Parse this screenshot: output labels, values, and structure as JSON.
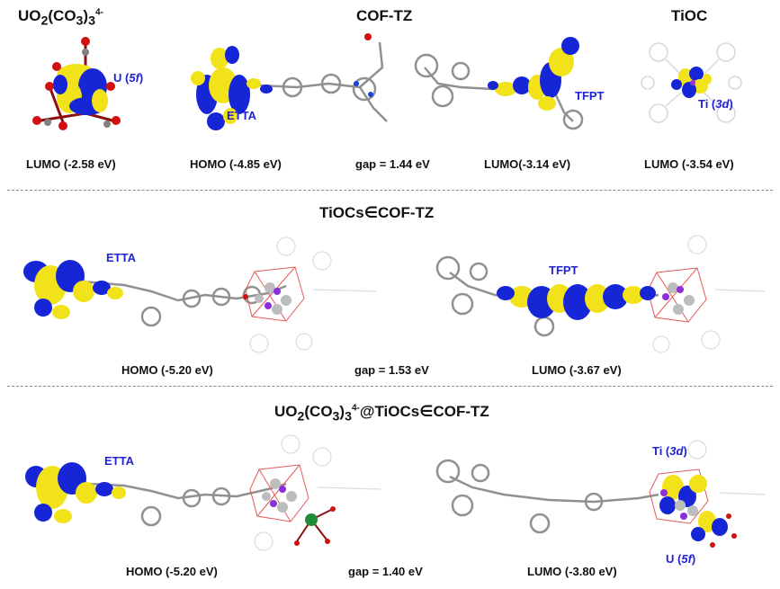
{
  "panel_top": {
    "titles": {
      "uranyl": {
        "base": "UO",
        "s1": "2",
        "mid": "(CO",
        "s2": "3",
        "close": ")",
        "s3": "3",
        "sup": "4-"
      },
      "cof": "COF-TZ",
      "tioc": "TiOC"
    },
    "annotations": {
      "u_label": "U (",
      "u_orbital": "5f",
      "u_close": ")",
      "etta": "ETTA",
      "tfpt": "TFPT",
      "ti_label": "Ti (",
      "ti_orbital": "3d",
      "ti_close": ")"
    },
    "energies": {
      "uranyl_lumo": "LUMO (-2.58 eV)",
      "cof_homo": "HOMO (-4.85 eV)",
      "cof_gap": "gap = 1.44 eV",
      "cof_lumo": "LUMO(-3.14 eV)",
      "tioc_lumo": "LUMO (-3.54 eV)"
    }
  },
  "panel_middle": {
    "title": "TiOCs∈COF-TZ",
    "annotations": {
      "etta": "ETTA",
      "tfpt": "TFPT"
    },
    "energies": {
      "homo": "HOMO (-5.20 eV)",
      "gap": "gap = 1.53 eV",
      "lumo": "LUMO (-3.67 eV)"
    }
  },
  "panel_bottom": {
    "title": {
      "base": "UO",
      "s1": "2",
      "mid": "(CO",
      "s2": "3",
      "close": ")",
      "s3": "3",
      "sup": "4-",
      "rest": "@TiOCs∈COF-TZ"
    },
    "annotations": {
      "etta": "ETTA",
      "ti_label": "Ti (",
      "ti_orbital": "3d",
      "ti_close": ")",
      "u_label": "U (",
      "u_orbital": "5f",
      "u_close": ")"
    },
    "energies": {
      "homo": "HOMO (-5.20 eV)",
      "gap": "gap = 1.40 eV",
      "lumo": "LUMO (-3.80 eV)"
    }
  },
  "colors": {
    "orbital_positive": "#f2e21a",
    "orbital_negative": "#1626d6",
    "carbon": "#808080",
    "nitrogen": "#1f3fe0",
    "oxygen": "#d21010",
    "hydrogen": "#eeeeee",
    "titanium": "#b8b8b8",
    "uranium": "#1f8c3a",
    "label_blue": "#1f22d6"
  }
}
